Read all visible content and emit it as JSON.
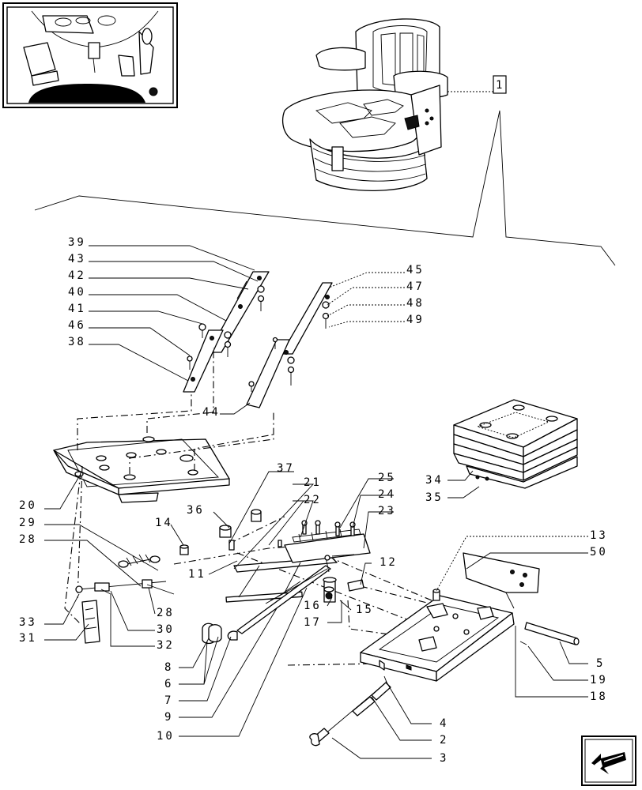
{
  "diagram": {
    "reference_box": "1",
    "callouts": [
      "39",
      "43",
      "42",
      "40",
      "41",
      "46",
      "38",
      "45",
      "47",
      "48",
      "49",
      "44",
      "37",
      "21",
      "22",
      "25",
      "24",
      "23",
      "36",
      "14",
      "11",
      "29",
      "28",
      "20",
      "12",
      "13",
      "50",
      "16",
      "17",
      "15",
      "28",
      "33",
      "31",
      "30",
      "32",
      "8",
      "6",
      "7",
      "9",
      "10",
      "34",
      "35",
      "5",
      "19",
      "18",
      "4",
      "2",
      "3"
    ]
  },
  "nav": {
    "icon": "next-page-arrow-icon"
  }
}
